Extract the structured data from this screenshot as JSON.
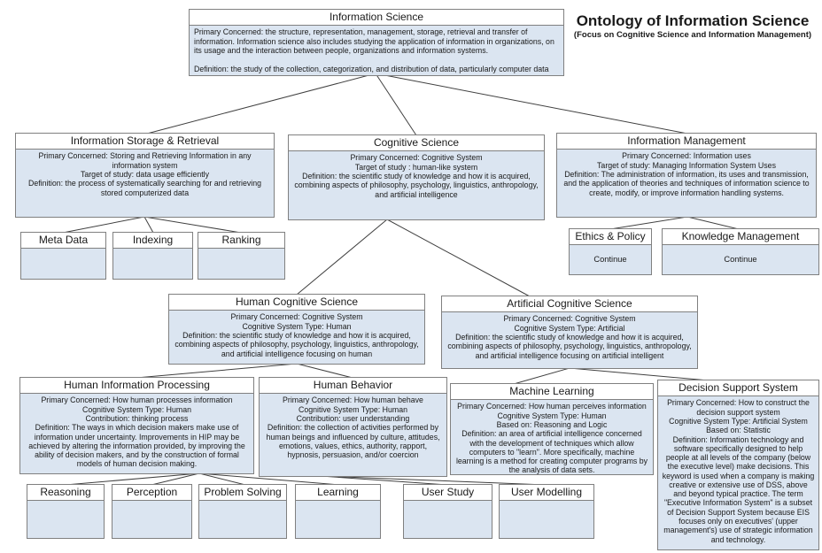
{
  "heading": {
    "title": "Ontology of Information Science",
    "subtitle": "(Focus on Cognitive Science and Information Management)"
  },
  "colors": {
    "node_header_fill": "#ffffff",
    "node_body_fill": "#dbe5f1",
    "node_border": "#808080",
    "connector": "#404040",
    "background": "#ffffff"
  },
  "nodes": {
    "information_science": {
      "title": "Information Science",
      "body": "Primary Concerned: the structure, representation, management, storage, retrieval and transfer of information. Information science also includes studying the application of information in organizations, on its usage and the interaction between people, organizations and information systems.\n\nDefinition: the study of the collection, categorization, and distribution of data, particularly computer data"
    },
    "info_storage_retrieval": {
      "title": "Information Storage & Retrieval",
      "body": "Primary Concerned: Storing and Retrieving Information in any information system\nTarget of study: data usage efficiently\nDefinition: the process of systematically searching for and retrieving stored computerized data"
    },
    "cognitive_science": {
      "title": "Cognitive Science",
      "body": "Primary Concerned: Cognitive System\nTarget of study : human-like system\nDefinition: the scientific study of knowledge and how it is acquired, combining aspects of philosophy, psychology, linguistics, anthropology, and artificial intelligence"
    },
    "information_management": {
      "title": "Information Management",
      "body": "Primary Concerned: Information uses\nTarget of study: Managing Information System Uses\nDefinition: The administration of information, its uses and transmission, and the application of theories and techniques of information science to create, modify, or improve information handling systems."
    },
    "meta_data": {
      "title": "Meta Data",
      "body": ""
    },
    "indexing": {
      "title": "Indexing",
      "body": ""
    },
    "ranking": {
      "title": "Ranking",
      "body": ""
    },
    "ethics_policy": {
      "title": "Ethics & Policy",
      "body": "Continue"
    },
    "knowledge_management": {
      "title": "Knowledge Management",
      "body": "Continue"
    },
    "human_cognitive_science": {
      "title": "Human Cognitive Science",
      "body": "Primary Concerned: Cognitive System\nCognitive System Type: Human\nDefinition: the scientific study of knowledge and how it is acquired, combining aspects of philosophy, psychology, linguistics, anthropology, and artificial intelligence focusing on human"
    },
    "artificial_cognitive_science": {
      "title": "Artificial Cognitive Science",
      "body": "Primary Concerned: Cognitive System\nCognitive System Type: Artificial\nDefinition: the scientific study of knowledge and how it is acquired, combining aspects of philosophy, psychology, linguistics, anthropology, and artificial intelligence focusing on artificial intelligent"
    },
    "human_information_processing": {
      "title": "Human Information Processing",
      "body": "Primary Concerned: How human processes information\nCognitive System Type: Human\nContribution: thinking process\nDefinition: The ways in which decision makers make use of information under uncertainty. Improvements in HIP may be achieved by altering the information provided, by improving the ability of decision makers, and by the construction of formal models of human decision making."
    },
    "human_behavior": {
      "title": "Human Behavior",
      "body": "Primary Concerned: How human behave\nCognitive System Type: Human\nContribution: user understanding\nDefinition: the collection of activities performed by human beings and influenced by culture, attitudes, emotions, values, ethics, authority, rapport, hypnosis, persuasion, and/or coercion"
    },
    "machine_learning": {
      "title": "Machine Learning",
      "body": "Primary Concerned: How human perceives information\nCognitive System Type: Human\nBased on: Reasoning and Logic\nDefinition: an area of artificial intelligence concerned with the development of techniques which allow computers to \"learn\". More specifically, machine learning is a method for creating computer programs by the analysis of data sets."
    },
    "decision_support_system": {
      "title": "Decision Support System",
      "body": "Primary Concerned: How to construct the decision support system\nCognitive System Type: Artificial System\nBased on: Statistic\nDefinition: Information technology and software specifically designed to help people at all levels of the company (below the executive level) make decisions. This keyword is used when a company is making creative or extensive use of DSS, above and beyond typical practice. The term \"Executive Information System\" is a subset of Decision Support System because EIS focuses only on executives' (upper management's) use of strategic information and technology."
    },
    "reasoning": {
      "title": "Reasoning",
      "body": ""
    },
    "perception": {
      "title": "Perception",
      "body": ""
    },
    "problem_solving": {
      "title": "Problem Solving",
      "body": ""
    },
    "learning": {
      "title": "Learning",
      "body": ""
    },
    "user_study": {
      "title": "User Study",
      "body": ""
    },
    "user_modelling": {
      "title": "User Modelling",
      "body": ""
    }
  }
}
